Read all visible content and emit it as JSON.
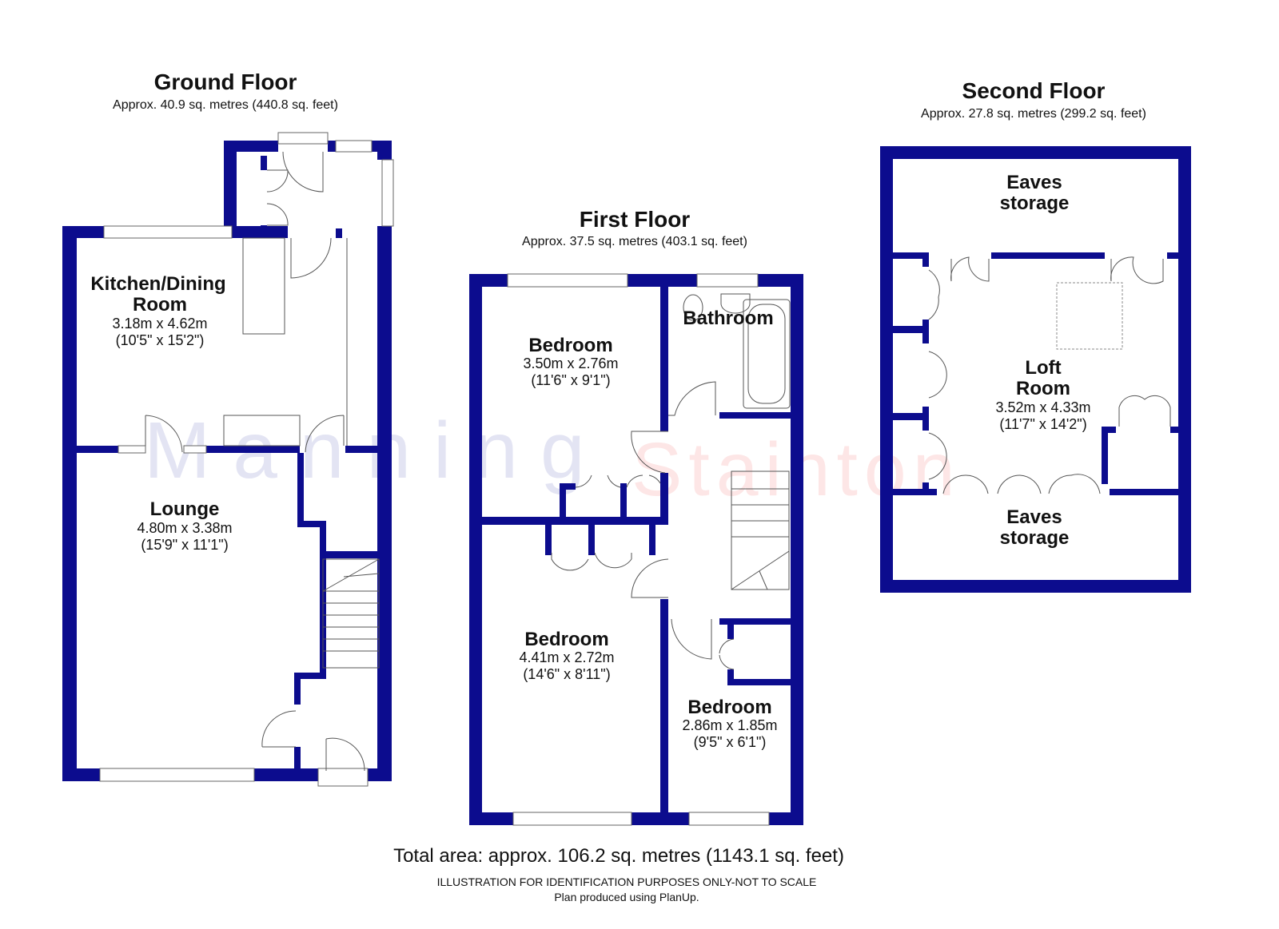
{
  "watermark": {
    "part1": "Manning",
    "part2": "Stainton",
    "color1": "#e3e4f3",
    "color2": "#fde6e6"
  },
  "wall_color": "#0c0c8e",
  "ground_floor": {
    "title": "Ground Floor",
    "area": "Approx. 40.9 sq. metres (440.8 sq. feet)",
    "rooms": [
      {
        "name_line1": "Kitchen/Dining",
        "name_line2": "Room",
        "metric": "3.18m x 4.62m",
        "imperial": "(10'5\" x 15'2\")"
      },
      {
        "name_line1": "Lounge",
        "metric": "4.80m x 3.38m",
        "imperial": "(15'9\" x 11'1\")"
      }
    ]
  },
  "first_floor": {
    "title": "First Floor",
    "area": "Approx. 37.5 sq. metres (403.1 sq. feet)",
    "rooms": [
      {
        "name_line1": "Bedroom",
        "metric": "3.50m x 2.76m",
        "imperial": "(11'6\" x 9'1\")"
      },
      {
        "name_line1": "Bathroom"
      },
      {
        "name_line1": "Bedroom",
        "metric": "4.41m x 2.72m",
        "imperial": "(14'6\" x 8'11\")"
      },
      {
        "name_line1": "Bedroom",
        "metric": "2.86m x 1.85m",
        "imperial": "(9'5\" x 6'1\")"
      }
    ]
  },
  "second_floor": {
    "title": "Second Floor",
    "area": "Approx. 27.8 sq. metres (299.2 sq. feet)",
    "rooms": [
      {
        "name_line1": "Eaves",
        "name_line2": "storage"
      },
      {
        "name_line1": "Loft",
        "name_line2": "Room",
        "metric": "3.52m x 4.33m",
        "imperial": "(11'7\" x 14'2\")"
      },
      {
        "name_line1": "Eaves",
        "name_line2": "storage"
      }
    ]
  },
  "footer": {
    "total": "Total area: approx. 106.2 sq. metres (1143.1 sq. feet)",
    "disclaimer": "ILLUSTRATION FOR IDENTIFICATION PURPOSES ONLY-NOT TO SCALE",
    "credit": "Plan produced using PlanUp."
  }
}
